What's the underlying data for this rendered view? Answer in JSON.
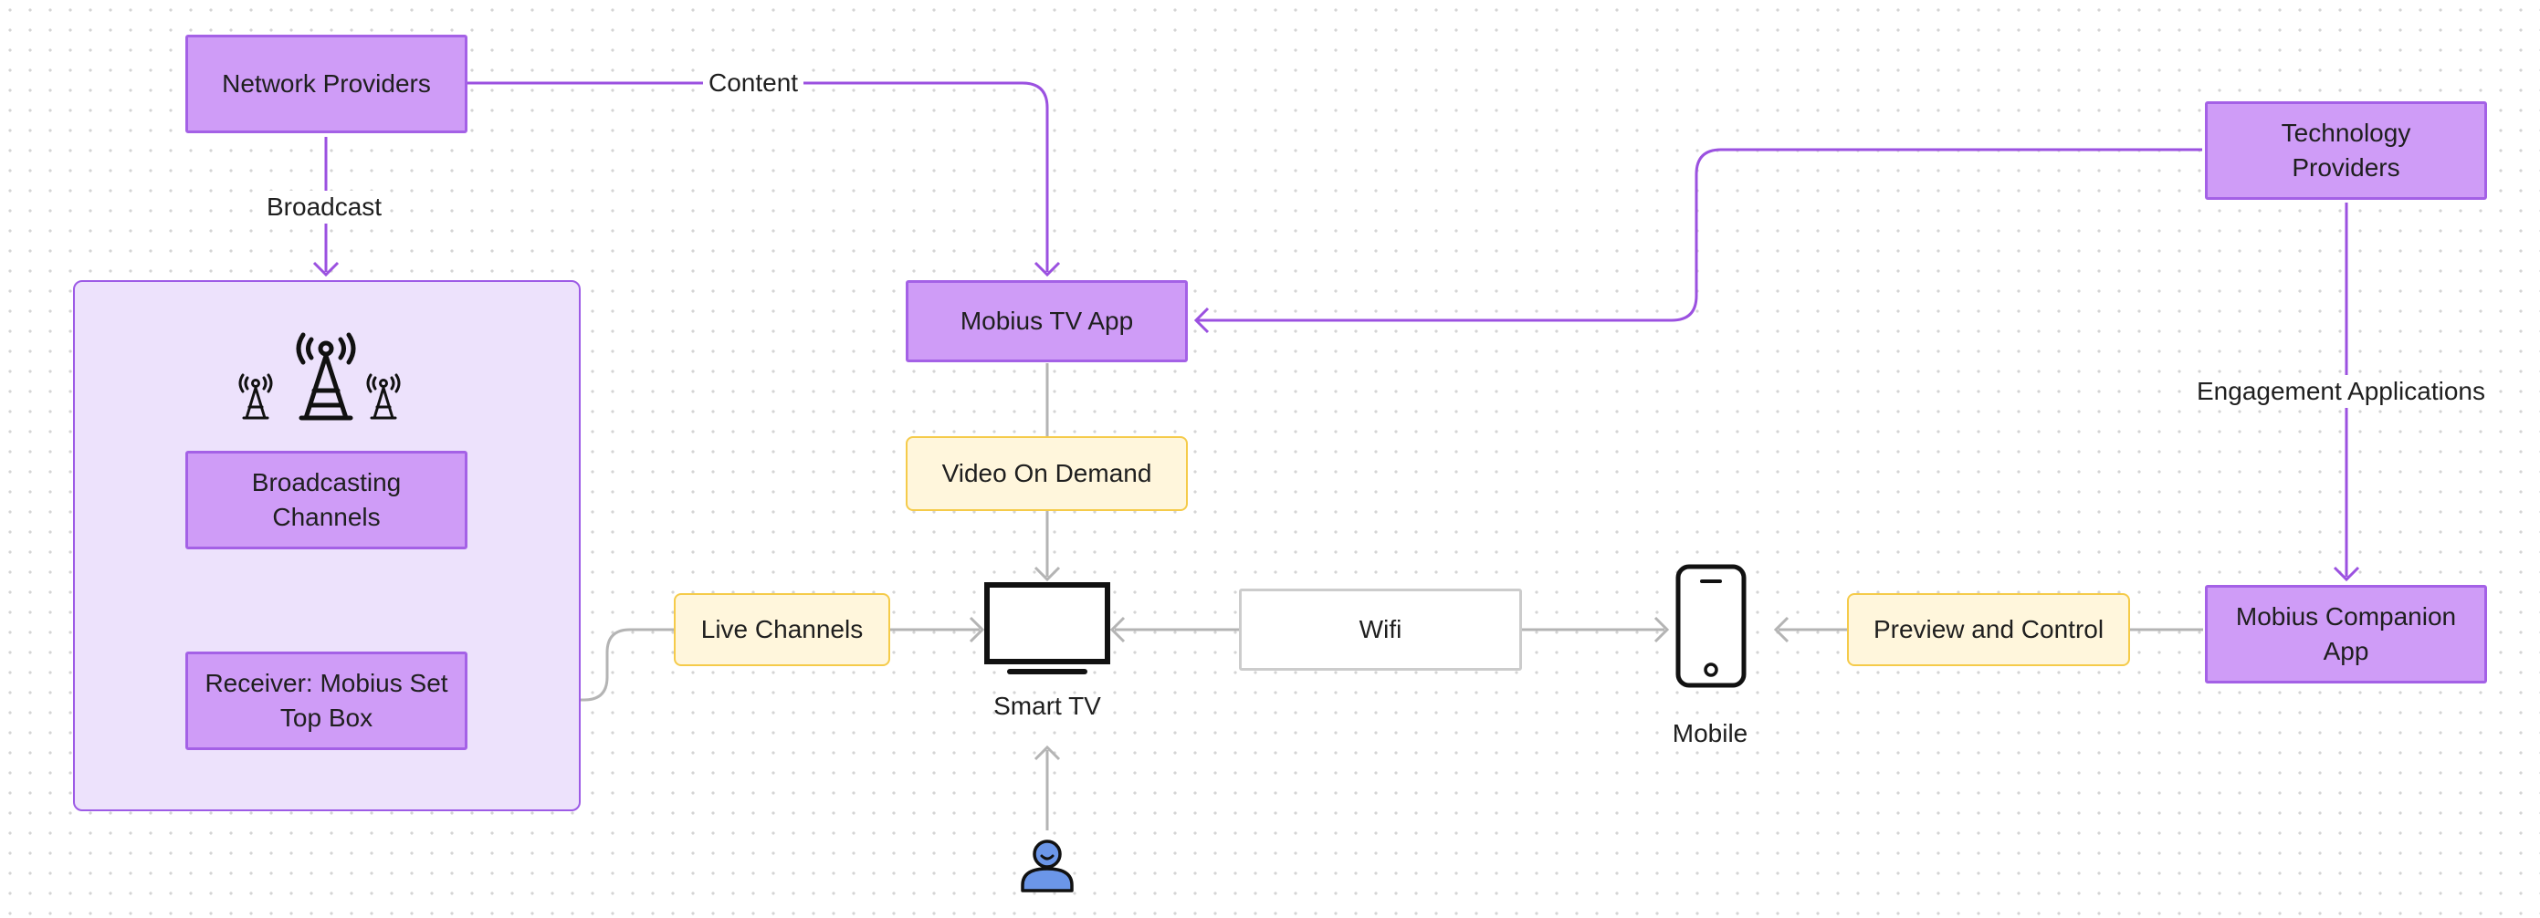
{
  "nodes": {
    "network_providers": "Network Providers",
    "technology_providers": "Technology Providers",
    "mobius_tv_app": "Mobius TV App",
    "video_on_demand": "Video On Demand",
    "broadcasting_channels": "Broadcasting Channels",
    "receiver": "Receiver: Mobius Set Top Box",
    "live_channels": "Live Channels",
    "wifi": "Wifi",
    "preview_and_control": "Preview and Control",
    "mobius_companion_app": "Mobius Companion App",
    "smart_tv": "Smart TV",
    "mobile": "Mobile"
  },
  "edges": {
    "content": "Content",
    "broadcast": "Broadcast",
    "engagement_applications": "Engagement Applications"
  },
  "icons": {
    "tower": "broadcast-tower-icon",
    "tv": "tv-icon",
    "phone": "mobile-phone-icon",
    "user": "user-icon"
  },
  "colors": {
    "purple_fill": "#cf9cf7",
    "purple_stroke": "#a461e6",
    "group_fill": "#ede2fc",
    "yellow_fill": "#fff6dc",
    "yellow_stroke": "#f5cb4a",
    "gray_connector": "#b4b4b4",
    "user_blue": "#6b96e8"
  }
}
